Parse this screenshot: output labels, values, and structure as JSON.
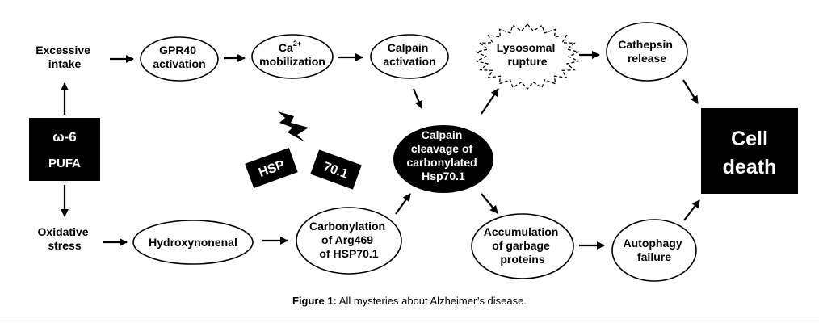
{
  "nodes": {
    "excessive_intake": [
      "Excessive",
      "intake"
    ],
    "gpr40": [
      "GPR40",
      "activation"
    ],
    "ca_mob_line1_main": "Ca",
    "ca_mob_line1_sup": "2+",
    "ca_mob_line2": "mobilization",
    "calpain_act": [
      "Calpain",
      "activation"
    ],
    "lysosomal": [
      "Lysosomal",
      "rupture"
    ],
    "cathepsin": [
      "Cathepsin",
      "release"
    ],
    "pufa": [
      "ω-6",
      "PUFA"
    ],
    "cell_death": [
      "Cell",
      "death"
    ],
    "hsp_label": "HSP",
    "hsp701_label": "70.1",
    "calpain_cleavage": [
      "Calpain",
      "cleavage of",
      "carbonylated",
      "Hsp70.1"
    ],
    "oxidative": [
      "Oxidative",
      "stress"
    ],
    "hydroxynonenal": [
      "Hydroxynonenal"
    ],
    "carbonylation": [
      "Carbonylation",
      "of Arg469",
      "of HSP70.1"
    ],
    "accumulation": [
      "Accumulation",
      "of garbage",
      "proteins"
    ],
    "autophagy": [
      "Autophagy",
      "failure"
    ]
  },
  "caption": {
    "label": "Figure 1:",
    "text": " All mysteries about Alzheimer’s disease."
  },
  "colors": {
    "ink": "#000000",
    "paper": "#ffffff",
    "rule": "#9a9a9a"
  }
}
